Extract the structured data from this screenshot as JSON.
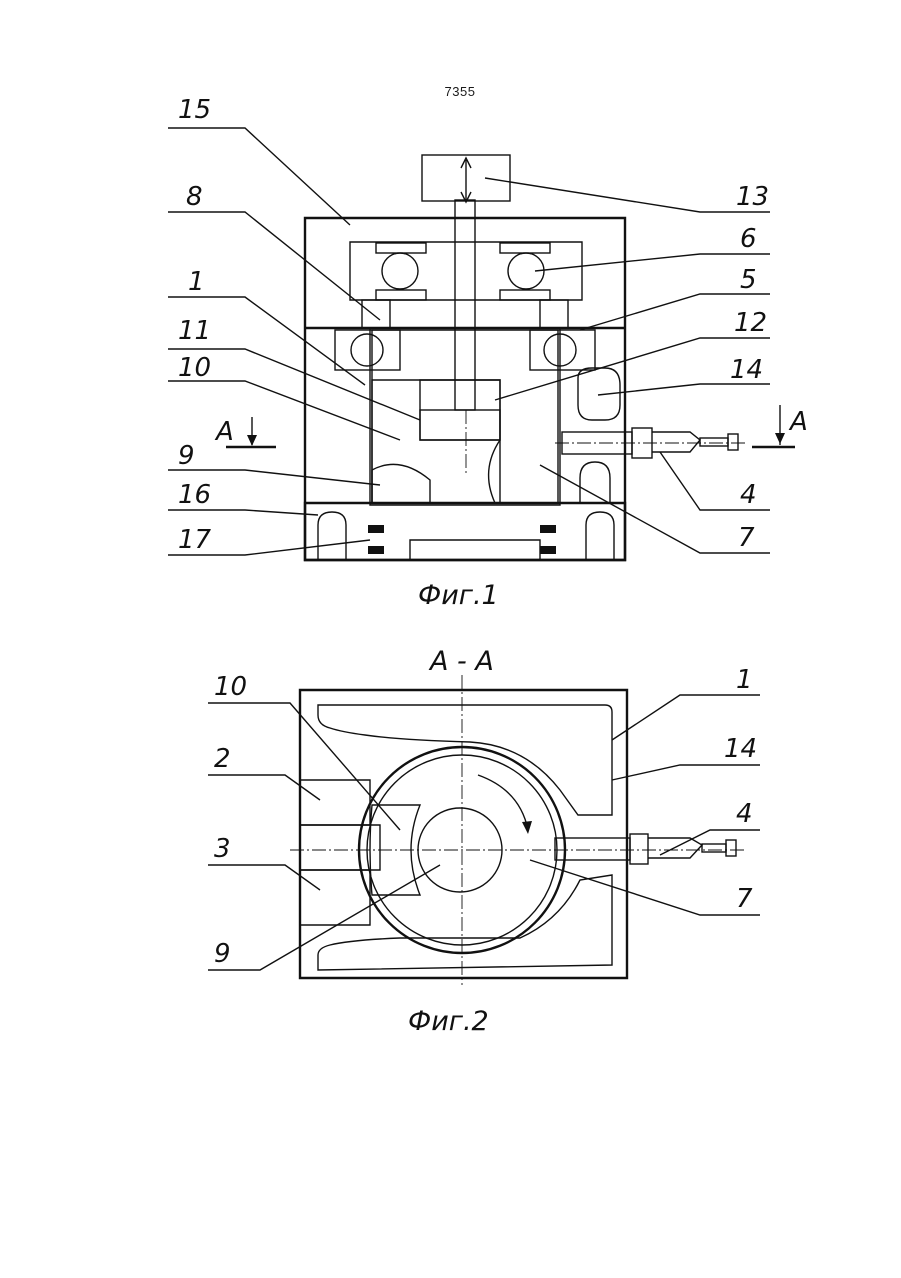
{
  "page_number": "7355",
  "figure1": {
    "caption": "Фиг.1",
    "section_mark": "A",
    "labels": {
      "l15": "15",
      "l8": "8",
      "l1": "1",
      "l11": "11",
      "l10": "10",
      "l9": "9",
      "l16": "16",
      "l17": "17",
      "l13": "13",
      "l6": "6",
      "l5": "5",
      "l12": "12",
      "l14": "14",
      "l4": "4",
      "l7": "7"
    }
  },
  "figure2": {
    "caption": "Фиг.2",
    "section_title": "A - A",
    "labels": {
      "l10": "10",
      "l2": "2",
      "l3": "3",
      "l9": "9",
      "l1": "1",
      "l14": "14",
      "l4": "4",
      "l7": "7"
    }
  }
}
